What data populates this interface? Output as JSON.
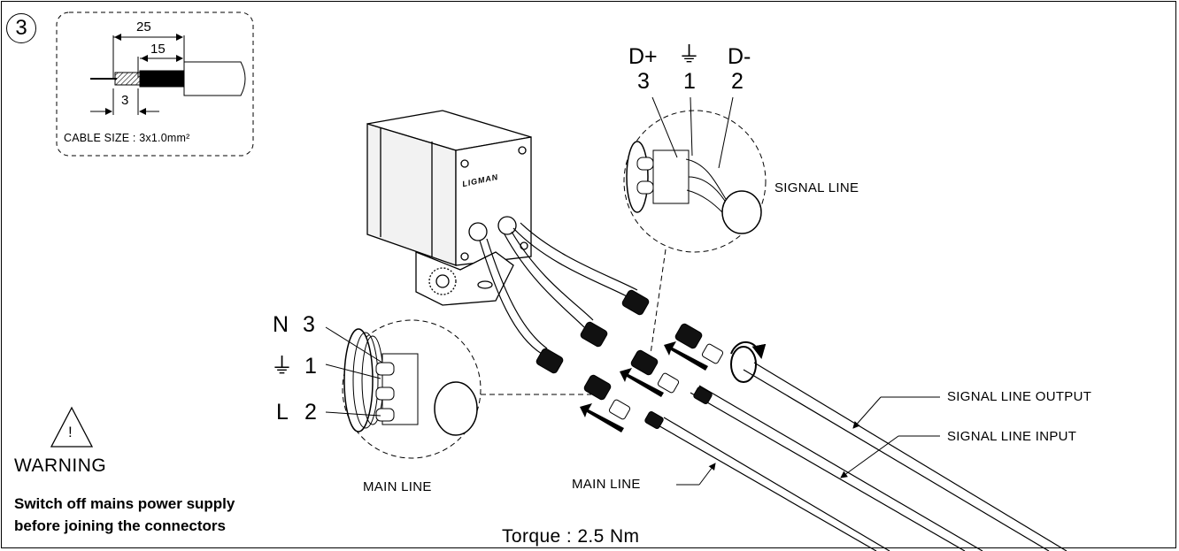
{
  "step": {
    "number": "3"
  },
  "cable_detail": {
    "dim_total": "25",
    "dim_strip": "15",
    "dim_tip": "3",
    "cable_size": "CABLE SIZE : 3x1.0mm²"
  },
  "signal_connector": {
    "pins": [
      {
        "symbol": "D+",
        "number": "3"
      },
      {
        "symbol": "⏚",
        "number": "1"
      },
      {
        "symbol": "D-",
        "number": "2"
      }
    ],
    "label": "SIGNAL LINE"
  },
  "main_connector": {
    "pins": [
      {
        "symbol": "N",
        "number": "3"
      },
      {
        "symbol": "⏚",
        "number": "1"
      },
      {
        "symbol": "L",
        "number": "2"
      }
    ],
    "label": "MAIN LINE"
  },
  "cables": {
    "signal_output": "SIGNAL LINE OUTPUT",
    "signal_input": "SIGNAL LINE INPUT",
    "main_line": "MAIN LINE"
  },
  "device": {
    "brand": "LIGMAN"
  },
  "warning": {
    "title": "WARNING",
    "line1": "Switch off mains power supply",
    "line2": "before joining the connectors"
  },
  "torque": "Torque : 2.5 Nm"
}
